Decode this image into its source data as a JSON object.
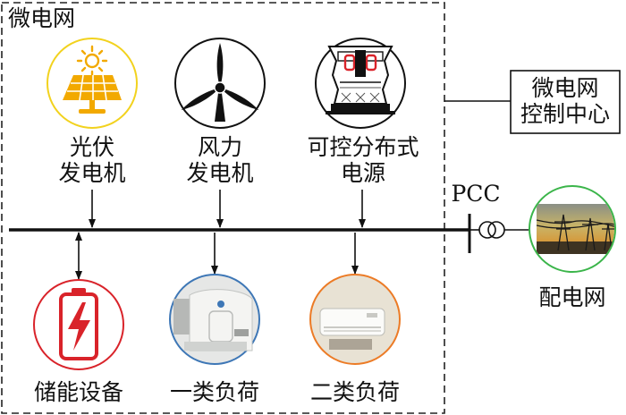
{
  "microgrid": {
    "title": "微电网",
    "sources": [
      {
        "id": "pv",
        "lines": [
          "光伏",
          "发电机"
        ],
        "icon": "solar-panel-icon",
        "ring_color": "#f2d21e"
      },
      {
        "id": "wind",
        "lines": [
          "风力",
          "发电机"
        ],
        "icon": "wind-turbine-icon",
        "ring_color": "#111111"
      },
      {
        "id": "dg",
        "lines": [
          "可控分布式",
          "电源"
        ],
        "icon": "distributed-generator-icon",
        "ring_color": "#111111"
      }
    ],
    "loads": [
      {
        "id": "storage",
        "label": "储能设备",
        "icon": "battery-icon",
        "ring_color": "#d9232a"
      },
      {
        "id": "load1",
        "label": "一类负荷",
        "icon": "server-cabinet-icon",
        "ring_color": "#3e77b6"
      },
      {
        "id": "load2",
        "label": "二类负荷",
        "icon": "air-conditioner-icon",
        "ring_color": "#ec7b26"
      }
    ]
  },
  "controller": {
    "lines": [
      "微电网",
      "控制中心"
    ]
  },
  "pcc": {
    "label": "PCC"
  },
  "grid": {
    "label": "配电网",
    "icon": "transmission-tower-icon",
    "ring_color": "#3bb54a"
  }
}
